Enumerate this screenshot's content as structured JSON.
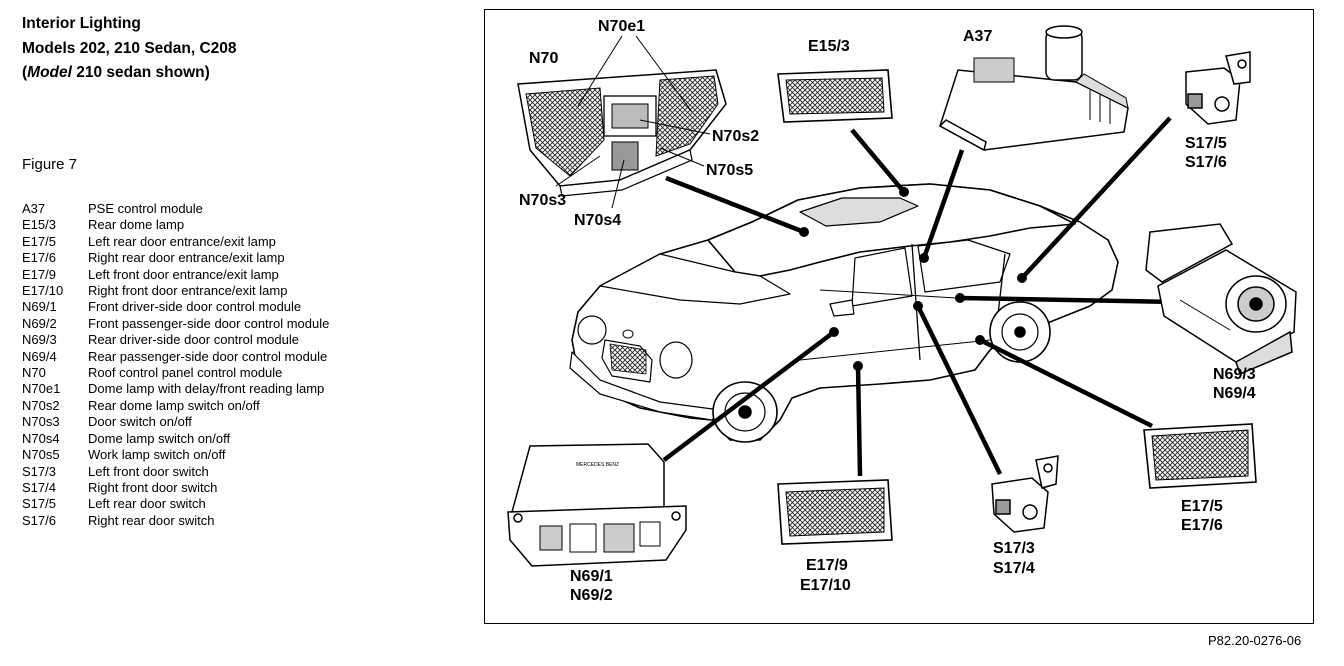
{
  "title": {
    "line1": "Interior Lighting",
    "line2": "Models 202, 210 Sedan, C208",
    "line3_open": "(",
    "line3_italic": "Model",
    "line3_rest": " 210 sedan shown)"
  },
  "figure_label": "Figure 7",
  "legend": [
    {
      "code": "A37",
      "desc": "PSE control module"
    },
    {
      "code": "E15/3",
      "desc": "Rear dome lamp"
    },
    {
      "code": "E17/5",
      "desc": "Left rear door entrance/exit lamp"
    },
    {
      "code": "E17/6",
      "desc": "Right rear door entrance/exit lamp"
    },
    {
      "code": "E17/9",
      "desc": "Left front door entrance/exit lamp"
    },
    {
      "code": "E17/10",
      "desc": "Right front door entrance/exit lamp"
    },
    {
      "code": "N69/1",
      "desc": "Front driver-side door control module"
    },
    {
      "code": "N69/2",
      "desc": "Front passenger-side door control module"
    },
    {
      "code": "N69/3",
      "desc": "Rear driver-side door control module"
    },
    {
      "code": "N69/4",
      "desc": "Rear passenger-side door control module"
    },
    {
      "code": "N70",
      "desc": "Roof control panel control module"
    },
    {
      "code": "N70e1",
      "desc": "Dome lamp with delay/front reading lamp"
    },
    {
      "code": "N70s2",
      "desc": "Rear dome lamp switch on/off"
    },
    {
      "code": "N70s3",
      "desc": "Door switch on/off"
    },
    {
      "code": "N70s4",
      "desc": "Dome lamp switch on/off"
    },
    {
      "code": "N70s5",
      "desc": "Work lamp switch on/off"
    },
    {
      "code": "S17/3",
      "desc": "Left front door switch"
    },
    {
      "code": "S17/4",
      "desc": "Right front door switch"
    },
    {
      "code": "S17/5",
      "desc": "Left rear door switch"
    },
    {
      "code": "S17/6",
      "desc": "Right rear door switch"
    }
  ],
  "callouts": {
    "n70e1": "N70e1",
    "n70": "N70",
    "e15_3": "E15/3",
    "a37": "A37",
    "s17_5": "S17/5",
    "s17_6": "S17/6",
    "n70s2": "N70s2",
    "n70s5": "N70s5",
    "n70s3": "N70s3",
    "n70s4": "N70s4",
    "n69_3": "N69/3",
    "n69_4": "N69/4",
    "n69_1": "N69/1",
    "n69_2": "N69/2",
    "e17_9": "E17/9",
    "e17_10": "E17/10",
    "s17_3": "S17/3",
    "s17_4": "S17/4",
    "e17_5": "E17/5",
    "e17_6": "E17/6",
    "module_plate": "MERCEDES BENZ"
  },
  "reference": "P82.20-0276-06"
}
